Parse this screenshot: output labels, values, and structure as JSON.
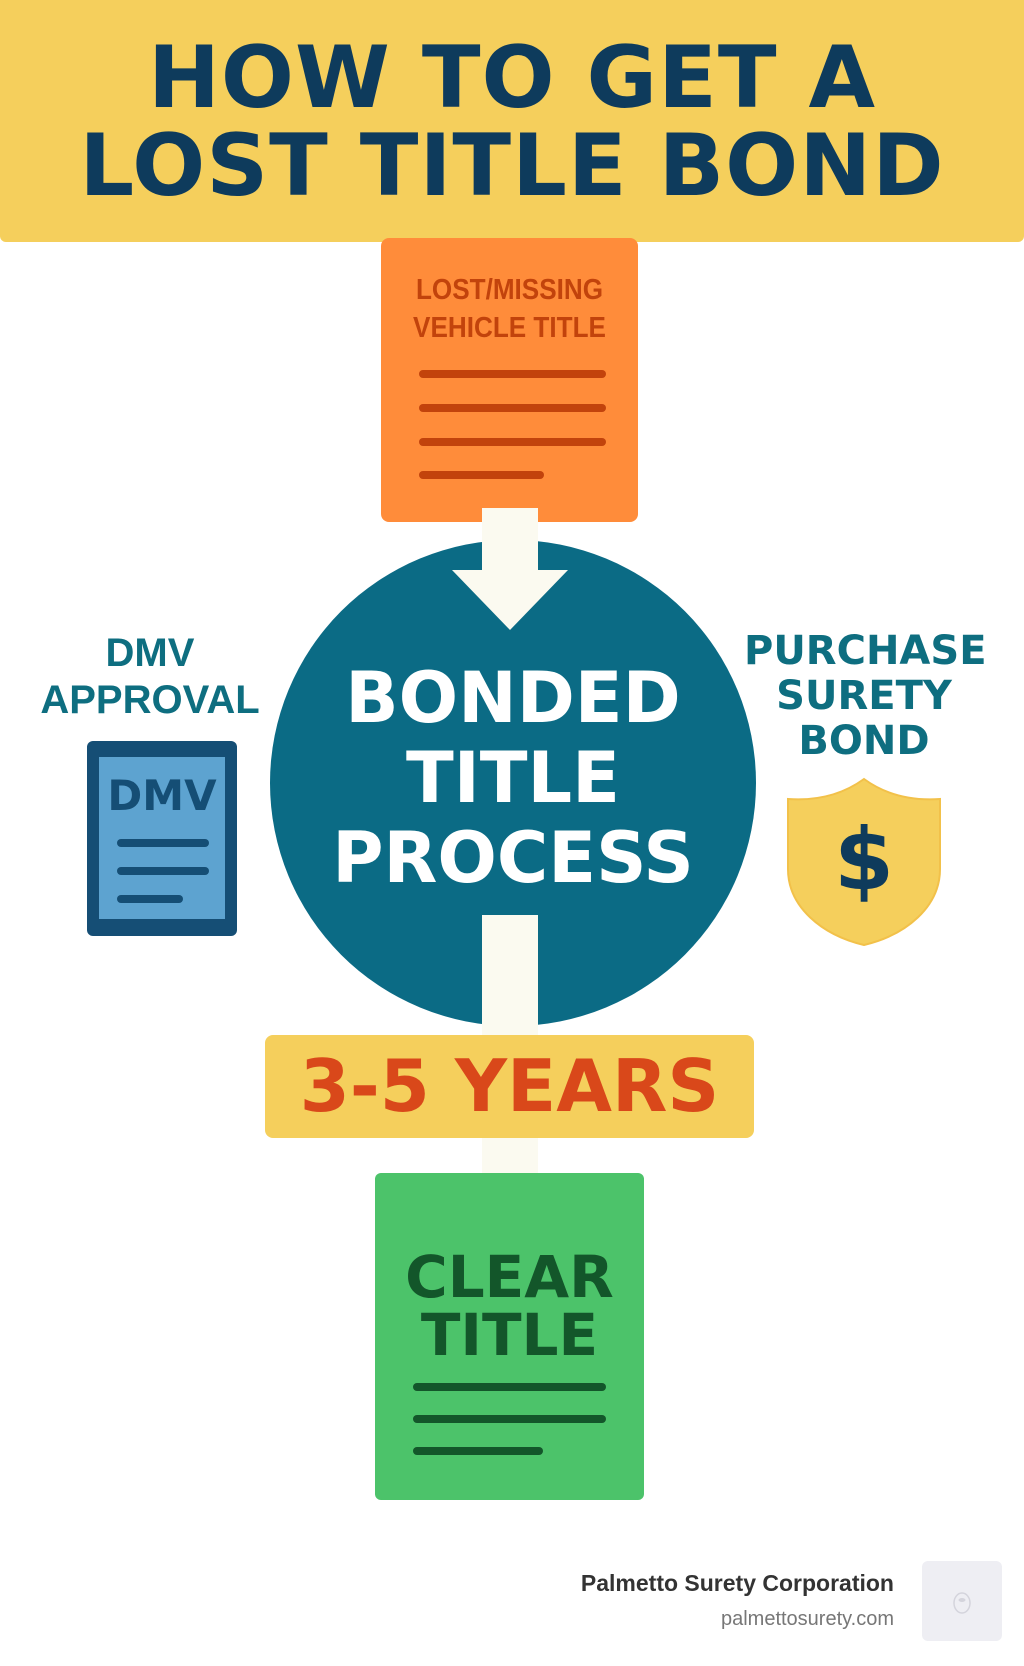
{
  "title": {
    "line1": "HOW TO GET A",
    "line2": "LOST TITLE BOND"
  },
  "start_card": {
    "line1": "LOST/MISSING",
    "line2": "VEHICLE TITLE"
  },
  "center": {
    "line1": "BONDED",
    "line2": "TITLE",
    "line3": "PROCESS"
  },
  "left_step": {
    "line1": "DMV",
    "line2": "APPROVAL",
    "icon_label": "DMV"
  },
  "right_step": {
    "line1": "PURCHASE",
    "line2": "SURETY",
    "line3": "BOND",
    "icon_label": "$"
  },
  "duration": "3-5 YEARS",
  "end_card": {
    "line1": "CLEAR",
    "line2": "TITLE"
  },
  "footer": {
    "company": "Palmetto Surety Corporation",
    "url": "palmettosurety.com"
  },
  "colors": {
    "banner": "#F5CF5C",
    "navy": "#0E3B5C",
    "orange": "#FF8C3A",
    "teal": "#0B6B85",
    "green": "#4CC36A",
    "red": "#D9481A"
  }
}
